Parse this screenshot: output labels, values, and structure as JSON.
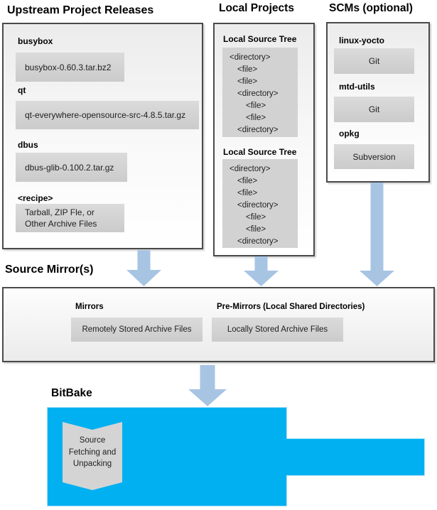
{
  "colors": {
    "bitbake-blue": "#00b0f0",
    "arrow-blue": "#a7c4e3",
    "item-gray": "#d2d2d2"
  },
  "upstream": {
    "title": "Upstream Project Releases",
    "items": [
      {
        "label": "busybox",
        "file": "busybox-0.60.3.tar.bz2"
      },
      {
        "label": "qt",
        "file": "qt-everywhere-opensource-src-4.8.5.tar.gz"
      },
      {
        "label": "dbus",
        "file": "dbus-glib-0.100.2.tar.gz"
      },
      {
        "label": "<recipe>",
        "file": "Tarball, ZIP Fle, or\nOther Archive Files"
      }
    ]
  },
  "local_projects": {
    "title": "Local Projects",
    "trees": [
      {
        "label": "Local Source Tree",
        "lines": [
          {
            "text": "<directory>",
            "level": 0
          },
          {
            "text": "<file>",
            "level": 1
          },
          {
            "text": "<file>",
            "level": 1
          },
          {
            "text": "<directory>",
            "level": 1
          },
          {
            "text": "<file>",
            "level": 2
          },
          {
            "text": "<file>",
            "level": 2
          },
          {
            "text": "<directory>",
            "level": 1
          }
        ]
      },
      {
        "label": "Local Source Tree",
        "lines": [
          {
            "text": "<directory>",
            "level": 0
          },
          {
            "text": "<file>",
            "level": 1
          },
          {
            "text": "<file>",
            "level": 1
          },
          {
            "text": "<directory>",
            "level": 1
          },
          {
            "text": "<file>",
            "level": 2
          },
          {
            "text": "<file>",
            "level": 2
          },
          {
            "text": "<directory>",
            "level": 1
          }
        ]
      }
    ]
  },
  "scms": {
    "title": "SCMs (optional)",
    "items": [
      {
        "label": "linux-yocto",
        "tool": "Git"
      },
      {
        "label": "mtd-utils",
        "tool": "Git"
      },
      {
        "label": "opkg",
        "tool": "Subversion"
      }
    ]
  },
  "source_mirrors": {
    "title": "Source Mirror(s)",
    "groups": [
      {
        "label": "Mirrors",
        "value": "Remotely Stored Archive Files"
      },
      {
        "label": "Pre-Mirrors (Local Shared Directories)",
        "value": "Locally Stored Archive Files"
      }
    ]
  },
  "bitbake": {
    "title": "BitBake",
    "step": "Source\nFetching and\nUnpacking"
  }
}
